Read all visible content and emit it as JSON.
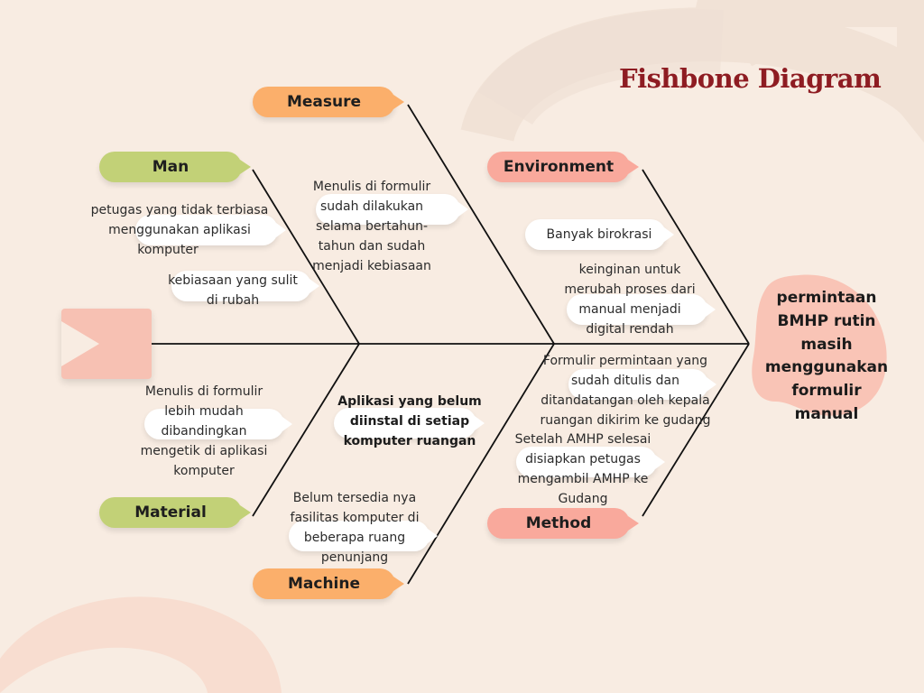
{
  "title": "Fishbone Diagram",
  "head": {
    "lines": [
      "permintaan",
      "BMHP rutin",
      "masih",
      "menggunakan",
      "formulir",
      "manual"
    ]
  },
  "categories": {
    "man": "Man",
    "measure": "Measure",
    "environment": "Environment",
    "material": "Material",
    "machine": "Machine",
    "method": "Method"
  },
  "causes": {
    "man_1": [
      "petugas yang tidak terbiasa",
      "menggunakan aplikasi",
      "komputer"
    ],
    "man_2": [
      "kebiasaan yang sulit",
      "di rubah"
    ],
    "measure_1": [
      "Menulis di formulir",
      "sudah dilakukan",
      "selama bertahun-",
      "tahun dan sudah",
      "menjadi kebiasaan"
    ],
    "environment_1": [
      "Banyak birokrasi"
    ],
    "environment_2": [
      "keinginan untuk",
      "merubah proses dari",
      "manual menjadi",
      "digital rendah"
    ],
    "material_1": [
      "Menulis di formulir",
      "lebih mudah",
      "dibandingkan",
      "mengetik di aplikasi",
      "komputer"
    ],
    "machine_1": [
      "Aplikasi yang belum",
      "diinstal di setiap",
      "komputer ruangan"
    ],
    "machine_2": [
      "Belum tersedia nya",
      "fasilitas komputer di",
      "beberapa ruang",
      "penunjang"
    ],
    "method_1": [
      "Formulir permintaan yang",
      "sudah ditulis dan",
      "ditandatangan oleh kepala",
      "ruangan dikirim ke gudang"
    ],
    "method_2": [
      "Setelah AMHP selesai",
      "disiapkan petugas",
      "mengambil AMHP ke",
      "Gudang"
    ]
  },
  "colors": {
    "background": "#f8ece2",
    "title": "#8e1c22",
    "green": "#c2d177",
    "orange": "#fbaf6b",
    "salmon": "#f9a99c",
    "head": "#f9c4b6",
    "line": "#111111"
  }
}
